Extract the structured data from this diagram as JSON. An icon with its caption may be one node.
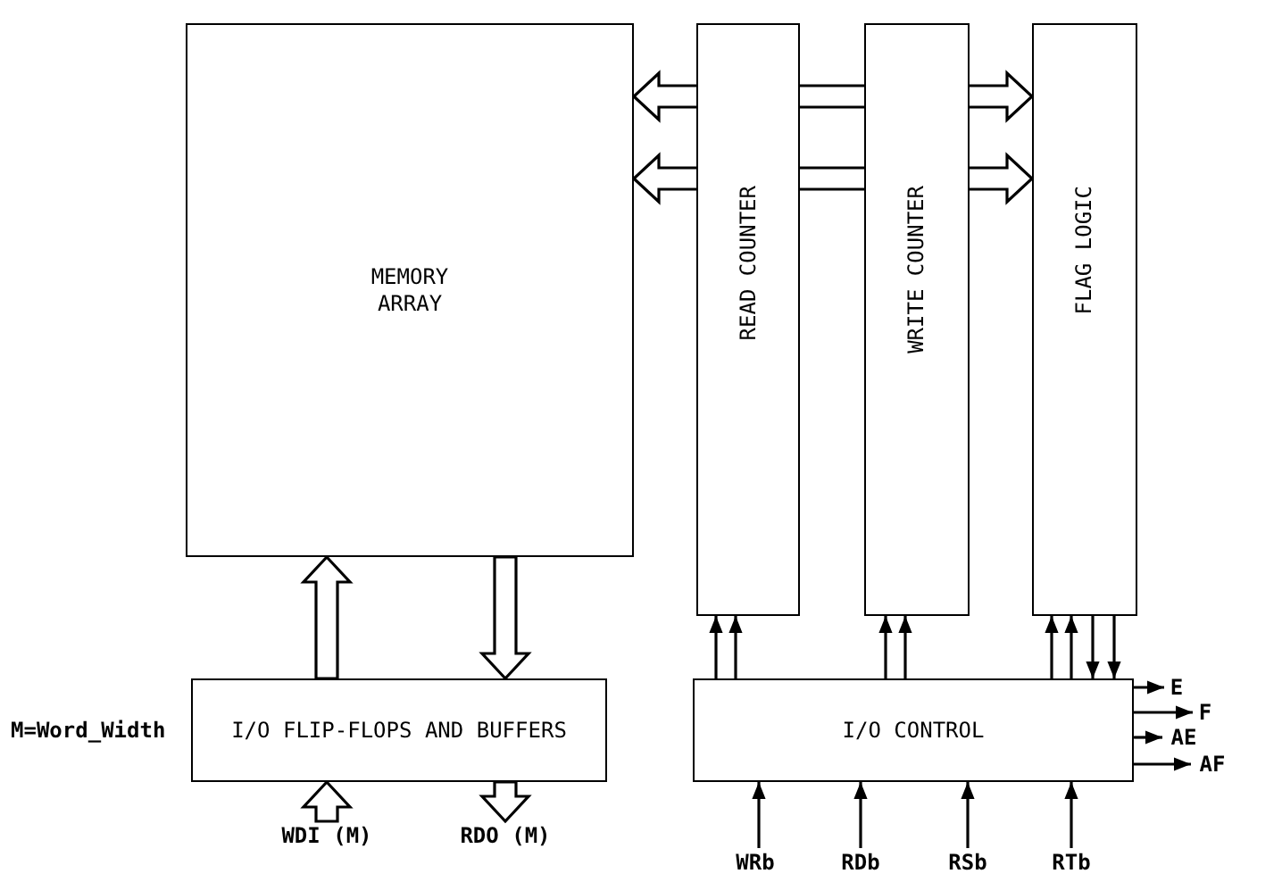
{
  "diagram": {
    "nodes": [
      {
        "text": [
          "MEMORY ARRAY"
        ]
      },
      {
        "text": [
          "READ COUNTER"
        ]
      },
      {
        "text": [
          "WRITE COUNTER"
        ]
      },
      {
        "text": [
          "FLAG LOGIC"
        ]
      },
      {
        "text": [
          "I/O FLIP-FLOPS AND BUFFERS"
        ]
      },
      {
        "text": [
          "I/O CONTROL"
        ]
      },
      {
        "text": [
          "E"
        ]
      },
      {
        "text": [
          "F"
        ]
      },
      {
        "text": [
          "AE"
        ]
      },
      {
        "text": [
          "AF"
        ]
      },
      {
        "text": [
          "WDI (M)"
        ]
      },
      {
        "text": [
          "RDO (M)"
        ]
      },
      {
        "text": [
          "WRb"
        ]
      },
      {
        "text": [
          "RDb"
        ]
      },
      {
        "text": [
          "RSb"
        ]
      },
      {
        "text": [
          "RTb"
        ]
      }
    ],
    "edges": [
      {
        "from": 0,
        "to": 3,
        "arrow": "both",
        "style": "thick"
      },
      {
        "from": 0,
        "to": 3,
        "arrow": "both",
        "style": "thick"
      },
      {
        "from": 4,
        "to": 0,
        "arrow": "to",
        "style": "thick"
      },
      {
        "from": 0,
        "to": 4,
        "arrow": "to",
        "style": "thick"
      },
      {
        "from": 5,
        "to": 1,
        "arrow": "to"
      },
      {
        "from": 5,
        "to": 1,
        "arrow": "to"
      },
      {
        "from": 5,
        "to": 2,
        "arrow": "to"
      },
      {
        "from": 5,
        "to": 2,
        "arrow": "to"
      },
      {
        "from": 5,
        "to": 3,
        "arrow": "to"
      },
      {
        "from": 5,
        "to": 3,
        "arrow": "to"
      },
      {
        "from": 3,
        "to": 5,
        "arrow": "to"
      },
      {
        "from": 3,
        "to": 5,
        "arrow": "to"
      },
      {
        "from": 5,
        "to": 6,
        "arrow": "to"
      },
      {
        "from": 5,
        "to": 7,
        "arrow": "to"
      },
      {
        "from": 5,
        "to": 8,
        "arrow": "to"
      },
      {
        "from": 5,
        "to": 9,
        "arrow": "to"
      },
      {
        "from": 10,
        "to": 4,
        "arrow": "to",
        "style": "thick"
      },
      {
        "from": 4,
        "to": 11,
        "arrow": "to",
        "style": "thick"
      },
      {
        "from": 12,
        "to": 5,
        "arrow": "to"
      },
      {
        "from": 13,
        "to": 5,
        "arrow": "to"
      },
      {
        "from": 14,
        "to": 5,
        "arrow": "to"
      },
      {
        "from": 15,
        "to": 5,
        "arrow": "to"
      }
    ],
    "labels": [
      "M=Word_Width"
    ]
  }
}
